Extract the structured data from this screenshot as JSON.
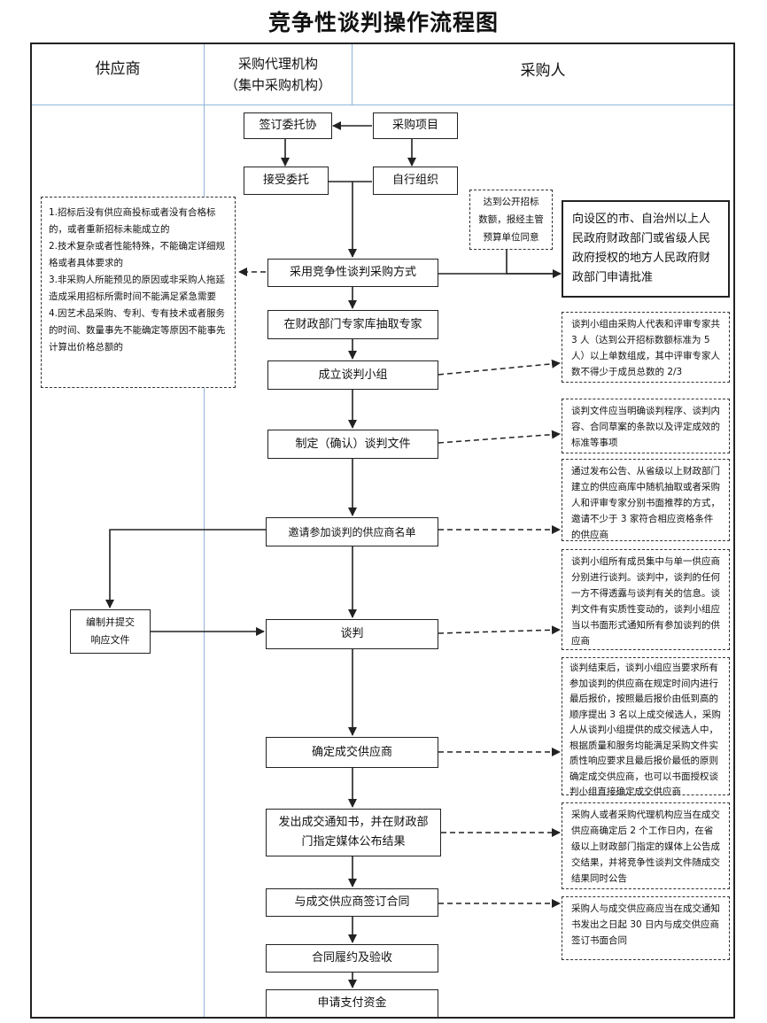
{
  "title": "竞争性谈判操作流程图",
  "lanes": {
    "supplier": "供应商",
    "agency_line1": "采购代理机构",
    "agency_line2": "（集中采购机构）",
    "purchaser": "采购人"
  },
  "boxes": {
    "sign_entrust": "签订委托协",
    "purchase_project": "采购项目",
    "accept_entrust": "接受委托",
    "self_organize": "自行组织",
    "adopt_method": "采用竞争性谈判采购方式",
    "extract_experts": "在财政部门专家库抽取专家",
    "form_panel": "成立谈判小组",
    "prepare_docs": "制定（确认）谈判文件",
    "invite_list": "邀请参加谈判的供应商名单",
    "submit_response_line1": "编制并提交",
    "submit_response_line2": "响应文件",
    "negotiate": "谈判",
    "determine_supplier": "确定成交供应商",
    "issue_notice_line1": "发出成交通知书，并在财政部",
    "issue_notice_line2": "门指定媒体公布结果",
    "sign_contract": "与成交供应商签订合同",
    "perform_accept": "合同履约及验收",
    "apply_payment": "申请支付资金"
  },
  "approval": {
    "condition": [
      "达到公开招标",
      "数额，报经主管",
      "预算单位同意"
    ],
    "authority": "向设区的市、自治州以上人民政府财政部门或省级人民政府授权的地方人民政府财政部门申请批准"
  },
  "conditions_note": [
    "1.招标后没有供应商投标或者没有合格标的，或者重新招标未能成立的",
    "2.技术复杂或者性能特殊，不能确定详细规格或者具体要求的",
    "3.非采购人所能预见的原因或非采购人拖延造成采用招标所需时间不能满足紧急需要",
    "4.因艺术品采购、专利、专有技术或者服务的时间、数量事先不能确定等原因不能事先计算出价格总额的"
  ],
  "notes": {
    "panel": "谈判小组由采购人代表和评审专家共 3 人（达到公开招标数额标准为 5 人）以上单数组成，其中评审专家人数不得少于成员总数的 2/3",
    "docs": "谈判文件应当明确谈判程序、谈判内容、合同草案的条款以及评定成效的标准等事项",
    "invite": "通过发布公告、从省级以上财政部门建立的供应商库中随机抽取或者采购人和评审专家分别书面推荐的方式，邀请不少于 3 家符合相应资格条件的供应商",
    "negotiate": "谈判小组所有成员集中与单一供应商分别进行谈判。谈判中，谈判的任何一方不得透露与谈判有关的信息。谈判文件有实质性变动的，谈判小组应当以书面形式通知所有参加谈判的供应商",
    "determine": "谈判结束后，谈判小组应当要求所有参加谈判的供应商在规定时间内进行最后报价，按照最后报价由低到高的顺序提出 3 名以上成交候选人，采购人从谈判小组提供的成交候选人中，根据质量和服务均能满足采购文件实质性响应要求且最后报价最低的原则确定成交供应商，也可以书面授权谈判小组直接确定成交供应商",
    "notice": "采购人或者采购代理机构应当在成交供应商确定后 2 个工作日内，在省级以上财政部门指定的媒体上公告成交结果，并将竞争性谈判文件随成交结果同时公告",
    "contract": "采购人与成交供应商应当在成交通知书发出之日起 30 日内与成交供应商签订书面合同"
  }
}
